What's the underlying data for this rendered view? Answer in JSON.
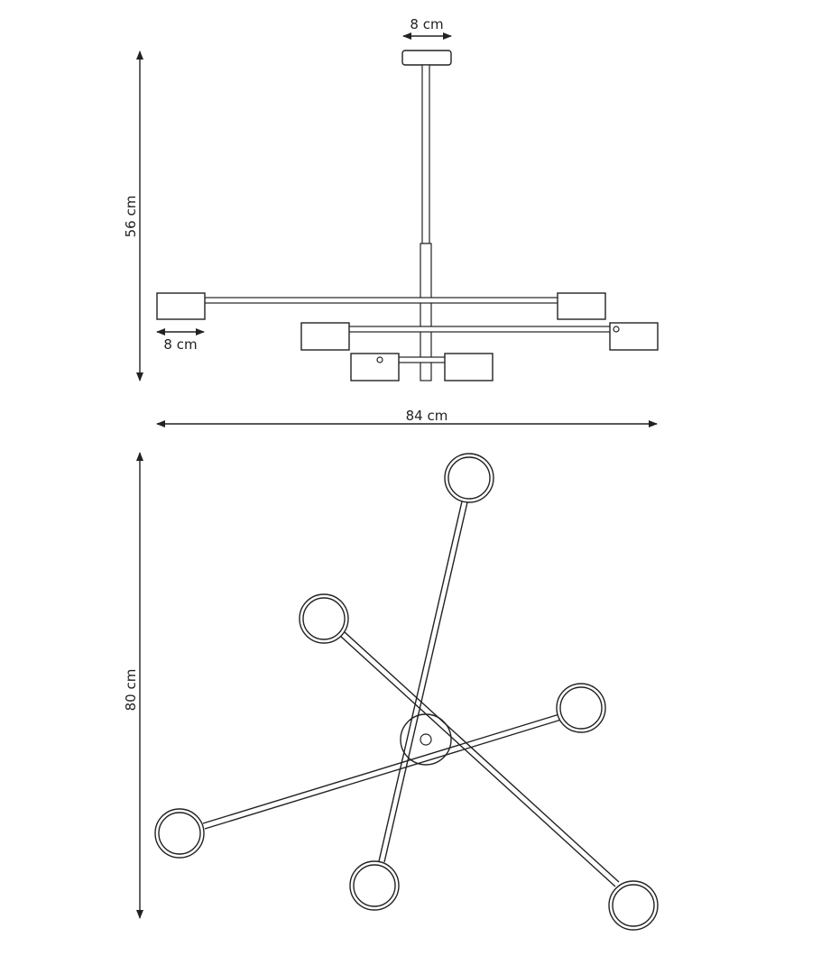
{
  "dimensions": {
    "canopy_width": "8 cm",
    "height": "56 cm",
    "shade_width": "8 cm",
    "total_width": "84 cm",
    "top_span": "80 cm"
  },
  "colors": {
    "line": "#222222",
    "background": "#ffffff"
  },
  "icons": {
    "arrow_heads": "arrow-icon"
  }
}
